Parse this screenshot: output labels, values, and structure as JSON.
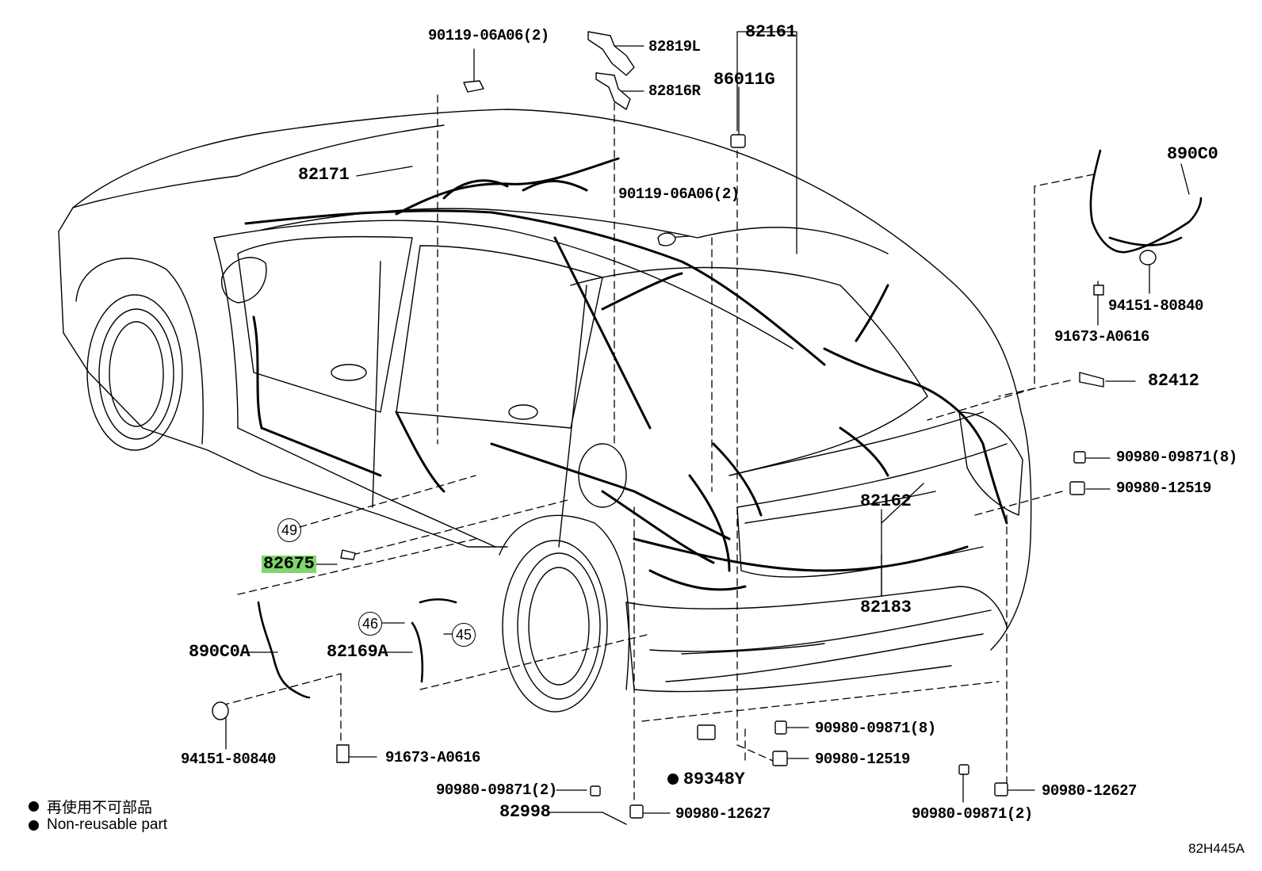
{
  "labels": {
    "p_90119_top": "90119-06A06(2)",
    "p_82819L": "82819L",
    "p_82816R": "82816R",
    "p_82161": "82161",
    "p_86011G": "86011G",
    "p_82171": "82171",
    "p_90119_mid": "90119-06A06(2)",
    "p_890C0": "890C0",
    "p_94151_right": "94151-80840",
    "p_91673_right": "91673-A0616",
    "p_82412": "82412",
    "p_90980_09871_r": "90980-09871(8)",
    "p_90980_12519_r": "90980-12519",
    "p_82162": "82162",
    "p_82183": "82183",
    "p_82675": "82675",
    "p_890C0A": "890C0A",
    "p_82169A": "82169A",
    "p_94151_left": "94151-80840",
    "p_91673_left": "91673-A0616",
    "p_90980_09871_b": "90980-09871(8)",
    "p_90980_12519_b": "90980-12519",
    "p_89348Y": "89348Y",
    "p_90980_09871_bl": "90980-09871(2)",
    "p_82998": "82998",
    "p_90980_12627_bl": "90980-12627",
    "p_90980_12627_br": "90980-12627",
    "p_90980_09871_br": "90980-09871(2)"
  },
  "callouts": {
    "c49": "49",
    "c46": "46",
    "c45": "45"
  },
  "legend": {
    "line1": "再使用不可部品",
    "line2": "Non-reusable part"
  },
  "diagram_code": "82H445A"
}
